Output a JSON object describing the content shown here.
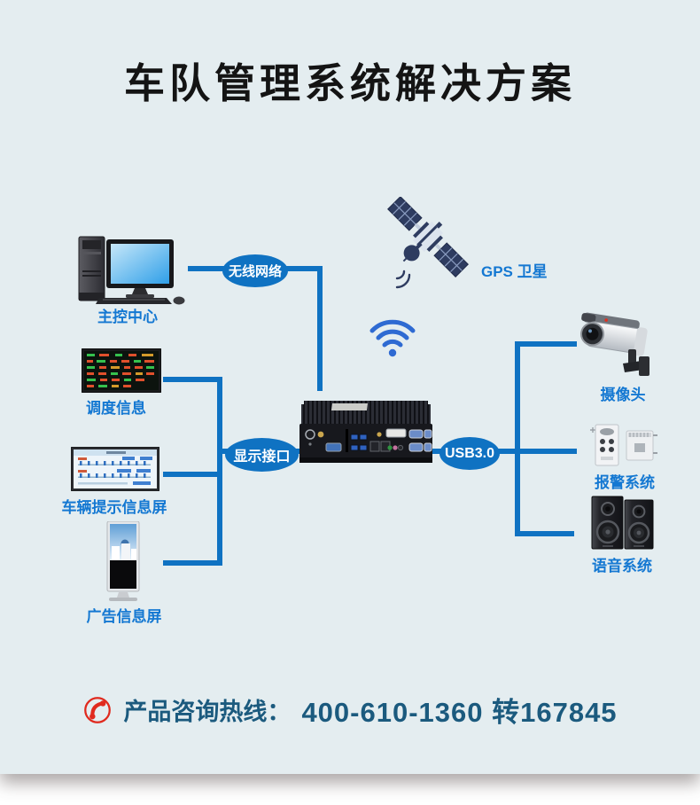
{
  "title": "车队管理系统解决方案",
  "colors": {
    "panel_background": "#e4edf0",
    "line_blue": "#0f72c2",
    "label_blue": "#1478d2",
    "wifi_blue": "#2e6ad2",
    "satellite_navy": "#2e3c60",
    "title_text": "#141414",
    "hotline_text": "#1b5a7e",
    "hotline_icon_red": "#e02a1e"
  },
  "connectors": {
    "wireless_network": "无线网络",
    "display_interface": "显示接口",
    "usb": "USB3.0"
  },
  "nodes": {
    "control_center": "主控中心",
    "gps_satellite": "GPS 卫星",
    "dispatch_info": "调度信息",
    "vehicle_info_screen": "车辆提示信息屏",
    "ad_info_screen": "广告信息屏",
    "camera": "摄像头",
    "alarm_system": "报警系统",
    "audio_system": "语音系统"
  },
  "hotline": {
    "prefix": "产品咨询热线：",
    "number": "400-610-1360 转167845"
  },
  "icons": [
    "desktop-computer-icon",
    "satellite-icon",
    "wifi-icon",
    "led-display-icon",
    "lcd-screen-icon",
    "kiosk-icon",
    "industrial-pc-icon",
    "cctv-camera-icon",
    "alarm-device-icon",
    "speakers-icon",
    "phone-icon"
  ]
}
